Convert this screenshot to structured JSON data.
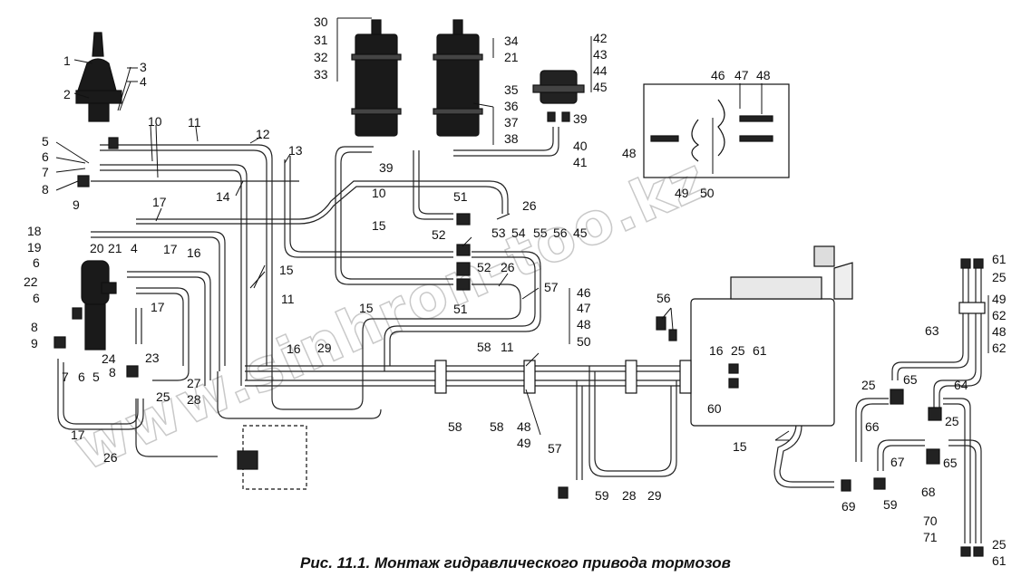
{
  "caption": "Рис. 11.1. Монтаж гидравлического привода тормозов",
  "watermark": "www.sinhron-too.kz",
  "callouts": {
    "c1": "1",
    "c2": "2",
    "c3": "3",
    "c4": "4",
    "c5": "5",
    "c6": "6",
    "c7": "7",
    "c8": "8",
    "c9": "9",
    "c10": "10",
    "c11": "11",
    "c12": "12",
    "c13": "13",
    "c14": "14",
    "c17": "17",
    "c18": "18",
    "c19": "19",
    "c6b": "6",
    "c20": "20",
    "c21": "21",
    "c4b": "4",
    "c16": "16",
    "c22": "22",
    "c6c": "6",
    "c8b": "8",
    "c9b": "9",
    "c7b": "7",
    "c6d": "6",
    "c5b": "5",
    "c17b": "17",
    "c17c": "17",
    "c15": "15",
    "c11b": "11",
    "c16b": "16",
    "c23": "23",
    "c24": "24",
    "c8c": "8",
    "c25": "25",
    "c27": "27",
    "c28": "28",
    "c29": "29",
    "c17d": "17",
    "c26": "26",
    "c30": "30",
    "c31": "31",
    "c32": "32",
    "c33": "33",
    "c34": "34",
    "c21b": "21",
    "c35": "35",
    "c36": "36",
    "c37": "37",
    "c38": "38",
    "c39": "39",
    "c10b": "10",
    "c42": "42",
    "c43": "43",
    "c44": "44",
    "c45": "45",
    "c39b": "39",
    "c40": "40",
    "c41": "41",
    "c46": "46",
    "c47": "47",
    "c48": "48",
    "c48b": "48",
    "c49": "49",
    "c50": "50",
    "c51": "51",
    "c26b": "26",
    "c15b": "15",
    "c52": "52",
    "c53": "53",
    "c54": "54",
    "c55": "55",
    "c56": "56",
    "c45b": "45",
    "c52b": "52",
    "c26c": "26",
    "c57": "57",
    "c15c": "15",
    "c51b": "51",
    "c46b": "46",
    "c47b": "47",
    "c48c": "48",
    "c50b": "50",
    "c58": "58",
    "c11c": "11",
    "c58b": "58",
    "c58c": "58",
    "c48d": "48",
    "c49b": "49",
    "c57b": "57",
    "c28b": "28",
    "c29b": "29",
    "c59": "59",
    "c56b": "56",
    "c16c": "16",
    "c25b": "25",
    "c61": "61",
    "c60": "60",
    "c15d": "15",
    "c61b": "61",
    "c25c": "25",
    "c49c": "49",
    "c62": "62",
    "c48e": "48",
    "c62b": "62",
    "c63": "63",
    "c64": "64",
    "c25d": "25",
    "c65": "65",
    "c66": "66",
    "c25e": "25",
    "c67": "67",
    "c65b": "65",
    "c68": "68",
    "c69": "69",
    "c59b": "59",
    "c70": "70",
    "c71": "71",
    "c25f": "25",
    "c61c": "61"
  }
}
